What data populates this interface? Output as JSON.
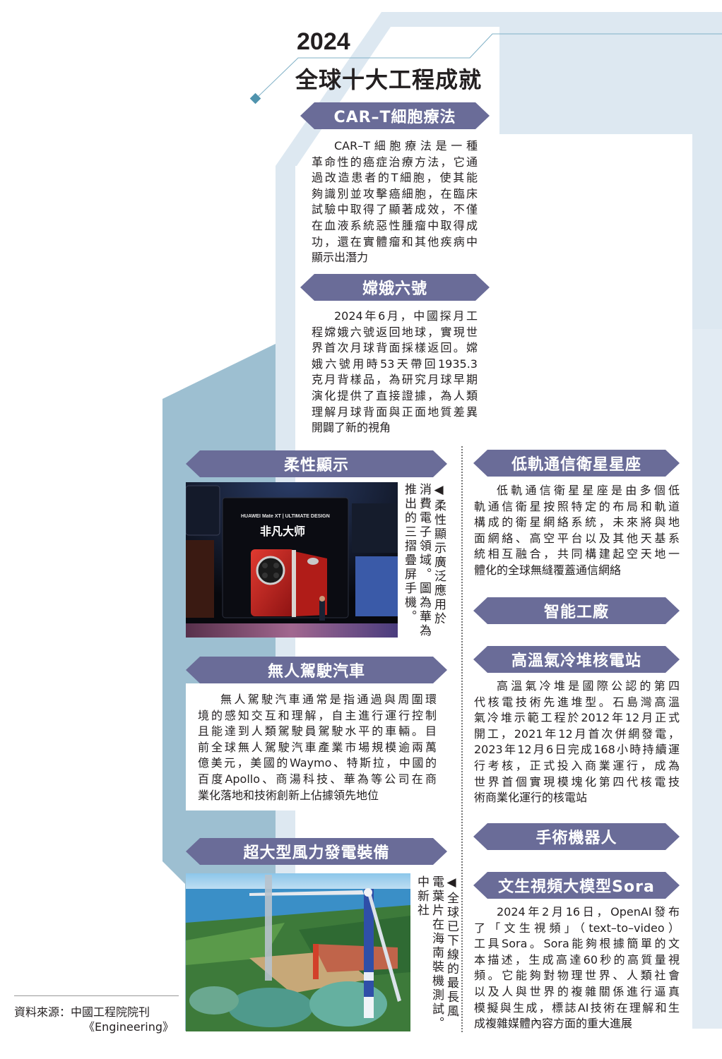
{
  "header": {
    "year": "2024",
    "title": "全球十大工程成就"
  },
  "colors": {
    "banner": "#6a6c98",
    "light_blue": "#dde8f1",
    "mid_blue": "#9dbfd1",
    "accent_diamond": "#4f93ad",
    "text": "#231f20"
  },
  "sections": {
    "cart": {
      "title": "CAR–T細胞療法",
      "lines": [
        "CAR–T細胞療法是一種",
        "革命性的癌症治療方法，它通",
        "過改造患者的T細胞，使其能",
        "夠識別並攻擊癌細胞，在臨床",
        "試驗中取得了顯著成效，不僅",
        "在血液系統惡性腫瘤中取得成",
        "功，還在實體瘤和其他疾病中",
        "顯示出潛力"
      ]
    },
    "change6": {
      "title": "嫦娥六號",
      "lines": [
        "2024年6月，中國探月工",
        "程嫦娥六號返回地球，實現世",
        "界首次月球背面採樣返回。嫦",
        "娥六號用時53天帶回1935.3",
        "克月背樣品，為研究月球早期",
        "演化提供了直接證據，為人類",
        "理解月球背面與正面地質差異",
        "開闢了新的視角"
      ]
    },
    "flexible_display": {
      "title": "柔性顯示",
      "photo_texts": {
        "brand_line": "HUAWEI Mate XT | ULTIMATE DESIGN",
        "slogan": "非凡大师"
      },
      "caption": "◀柔性顯示廣泛應用於消費電子領域。圖為華為推出的三摺疊屏手機。"
    },
    "leo_satellite": {
      "title": "低軌通信衛星星座",
      "lines": [
        "低軌通信衛星星座是由多個低",
        "軌通信衛星按照特定的布局和軌道",
        "構成的衛星網絡系統，未來將與地",
        "面網絡、高空平台以及其他天基系",
        "統相互融合，共同構建起空天地一",
        "體化的全球無縫覆蓋通信網絡"
      ]
    },
    "smart_factory": {
      "title": "智能工廠"
    },
    "autonomous_car": {
      "title": "無人駕駛汽車",
      "lines": [
        "無人駕駛汽車通常是指通過與周圍環",
        "境的感知交互和理解，自主進行運行控制",
        "且能達到人類駕駛員駕駛水平的車輛。目",
        "前全球無人駕駛汽車產業市場規模逾兩萬",
        "億美元，美國的Waymo、特斯拉，中國的",
        "百度Apollo、商湯科技、華為等公司在商",
        "業化落地和技術創新上佔據領先地位"
      ]
    },
    "htgr": {
      "title": "高溫氣冷堆核電站",
      "lines": [
        "高溫氣冷堆是國際公認的第四",
        "代核電技術先進堆型。石島灣高溫",
        "氣冷堆示範工程於2012年12月正式",
        "開工，2021年12月首次併網發電，",
        "2023年12月6日完成168小時持續運",
        "行考核，正式投入商業運行，成為",
        "世界首個實現模塊化第四代核電技",
        "術商業化運行的核電站"
      ]
    },
    "wind_power": {
      "title": "超大型風力發電裝備",
      "caption": "◀全球已下線的最長風電葉片在海南裝機測試。中新社"
    },
    "surgical_robot": {
      "title": "手術機器人"
    },
    "sora": {
      "title": "文生視頻大模型Sora",
      "lines": [
        "2024年2月16日，OpenAI發布",
        "了「文生視頻」（text–to–video）",
        "工具Sora。Sora能夠根據簡單的文",
        "本描述，生成高達60秒的高質量視",
        "頻。它能夠對物理世界、人類社會",
        "以及人與世界的複雜關係進行逼真",
        "模擬與生成，標誌AI技術在理解和生",
        "成複雜媒體內容方面的重大進展"
      ]
    }
  },
  "source": {
    "line1": "資料來源：中國工程院院刊",
    "line2": "《Engineering》"
  }
}
